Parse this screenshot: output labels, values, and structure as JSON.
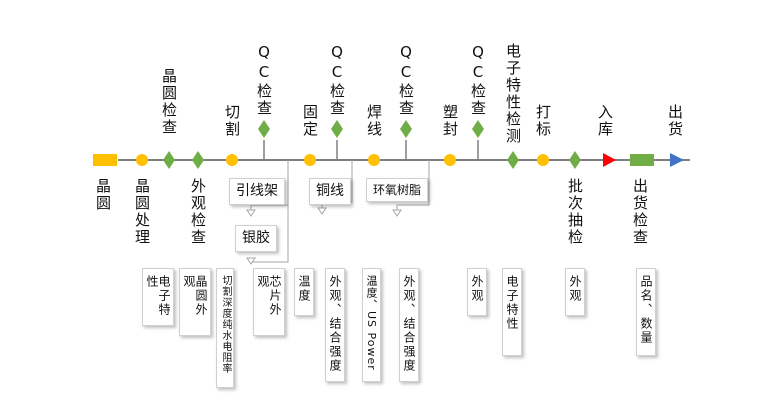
{
  "colors": {
    "line": "#7f7f7f",
    "yellow": "#ffc000",
    "green": "#70ad47",
    "red": "#ff0000",
    "blue": "#4472c4",
    "connector": "#a6a6a6"
  },
  "top_labels": {
    "wafer_check": "晶圆检查",
    "cut": "切割",
    "qc1": "QC检查",
    "fix": "固定",
    "qc2": "QC检查",
    "weld": "焊线",
    "qc3": "QC检查",
    "mold": "塑封",
    "qc4": "QC检查",
    "elec_test": "电子特性检测",
    "mark": "打标",
    "stock_in": "入库",
    "ship": "出货"
  },
  "bottom_labels": {
    "wafer": "晶圆",
    "wafer_process": "晶圆处理",
    "visual_check": "外观检查",
    "sample_check": "批次抽检",
    "ship_check": "出货检查"
  },
  "materials": {
    "lead_frame": "引线架",
    "silver_glue": "银胶",
    "copper_wire": "铜线",
    "epoxy": "环氧树脂"
  },
  "notes": {
    "n1": "电子特性",
    "n2": "晶圆外观",
    "n3": "切割深度纯水电阻率",
    "n4": "芯片外观",
    "n5": "温度",
    "n6": "外观、结合强度",
    "n7": "温度、US Power",
    "n8": "外观、结合强度",
    "n9": "外观",
    "n10": "电子特性",
    "n11": "外观",
    "n12": "品名、数量"
  }
}
